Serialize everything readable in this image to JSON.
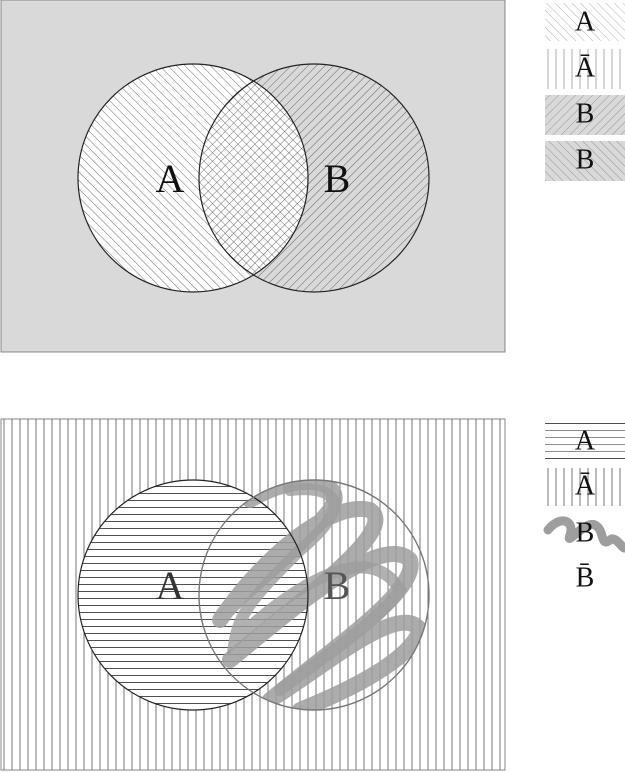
{
  "diagrams": [
    {
      "sets": [
        {
          "label": "A"
        },
        {
          "label": "B"
        }
      ],
      "legend": [
        "A",
        "Ā",
        "B",
        "B"
      ],
      "background_color": "#d9d9d9"
    },
    {
      "sets": [
        {
          "label": "A"
        },
        {
          "label": "B"
        }
      ],
      "legend": [
        "A",
        "Ā",
        "B",
        "B̄"
      ],
      "background_color": "#ffffff",
      "scribble_color": "#9e9e9e"
    }
  ]
}
